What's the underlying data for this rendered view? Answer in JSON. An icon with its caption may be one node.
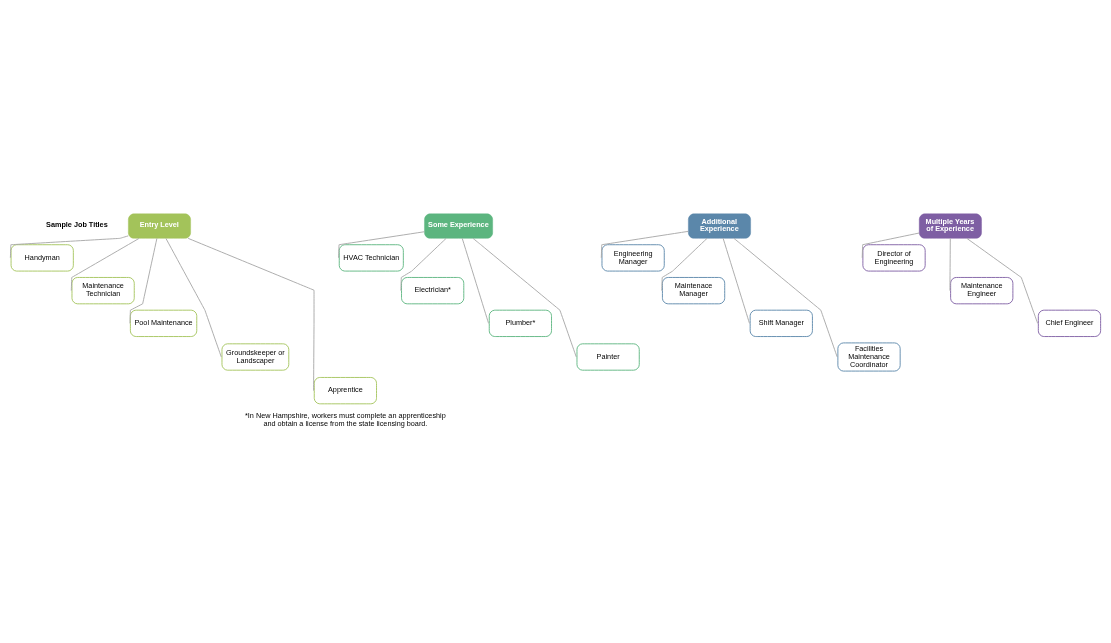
{
  "diagram": {
    "nodes": [
      {
        "text": [
          "Entry Level"
        ]
      },
      {
        "text": [
          "Handyman"
        ]
      },
      {
        "text": [
          "Maintenance Technician"
        ]
      },
      {
        "text": [
          "Pool Maintenance"
        ]
      },
      {
        "text": [
          "Groundskeeper or Landscaper"
        ]
      },
      {
        "text": [
          "Apprentice"
        ]
      },
      {
        "text": [
          "Some Experience"
        ]
      },
      {
        "text": [
          "HVAC Technician"
        ]
      },
      {
        "text": [
          "Electrician*"
        ]
      },
      {
        "text": [
          "Plumber*"
        ]
      },
      {
        "text": [
          "Painter"
        ]
      },
      {
        "text": [
          "Additional Experience"
        ]
      },
      {
        "text": [
          "Engineering Manager"
        ]
      },
      {
        "text": [
          "Maintenace Manager"
        ]
      },
      {
        "text": [
          "Shift Manager"
        ]
      },
      {
        "text": [
          "Facilities Maintenance Coordinator"
        ]
      },
      {
        "text": [
          "Multiple Years of Experience"
        ]
      },
      {
        "text": [
          "Director of Engineering"
        ]
      },
      {
        "text": [
          "Maintenance Engineer"
        ]
      },
      {
        "text": [
          "Chief Engineer"
        ]
      }
    ],
    "edges": [
      {
        "from": 0,
        "to": 1,
        "arrow": "none"
      },
      {
        "from": 0,
        "to": 2,
        "arrow": "none"
      },
      {
        "from": 0,
        "to": 3,
        "arrow": "none"
      },
      {
        "from": 0,
        "to": 4,
        "arrow": "none"
      },
      {
        "from": 0,
        "to": 5,
        "arrow": "none"
      },
      {
        "from": 6,
        "to": 7,
        "arrow": "none"
      },
      {
        "from": 6,
        "to": 8,
        "arrow": "none"
      },
      {
        "from": 6,
        "to": 9,
        "arrow": "none"
      },
      {
        "from": 6,
        "to": 10,
        "arrow": "none"
      },
      {
        "from": 11,
        "to": 12,
        "arrow": "none"
      },
      {
        "from": 11,
        "to": 13,
        "arrow": "none"
      },
      {
        "from": 11,
        "to": 14,
        "arrow": "none"
      },
      {
        "from": 11,
        "to": 15,
        "arrow": "none"
      },
      {
        "from": 16,
        "to": 17,
        "arrow": "none"
      },
      {
        "from": 16,
        "to": 18,
        "arrow": "none"
      },
      {
        "from": 16,
        "to": 19,
        "arrow": "none"
      }
    ],
    "labels": [
      "Sample Job Titles",
      "*In New Hampshire, workers must complete an apprenticeship and obtain a license from the state licensing board."
    ]
  }
}
